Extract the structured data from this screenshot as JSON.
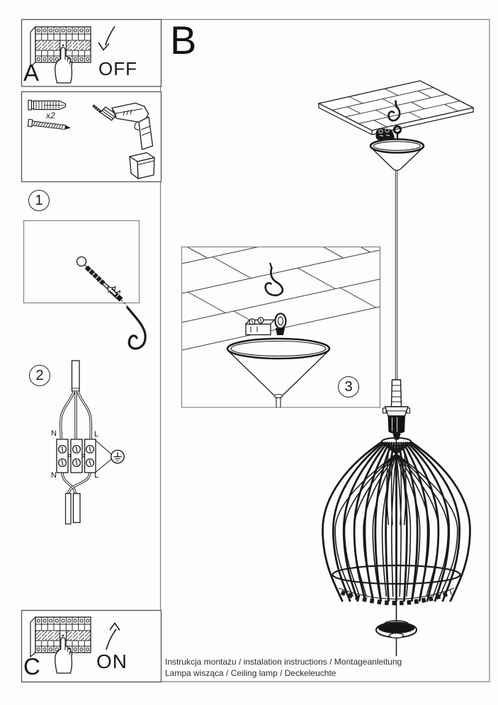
{
  "document": {
    "footer_line1": "Instrukcja montażu / instalation instructions / Montageanleitung",
    "footer_line2": "Lampa wisząca / Ceiling lamp / Deckeleuchte"
  },
  "sections": {
    "a": {
      "label": "A",
      "switch_state": "OFF"
    },
    "b": {
      "label": "B"
    },
    "c": {
      "label": "C",
      "switch_state": "ON"
    },
    "tools": {
      "anchor_count": "x2"
    },
    "step_1": {
      "number": "1"
    },
    "step_2": {
      "number": "2",
      "terminal_labels": {
        "n_top": "N",
        "l_top": "L",
        "n_bottom": "N",
        "l_bottom": "L"
      }
    },
    "step_3": {
      "number": "3"
    }
  },
  "illustrations": [
    "circuit-breaker-off",
    "wall-plug-and-screw",
    "cordless-drill",
    "ceiling-hole-hook-anchor",
    "wiring-terminal-block",
    "earth-symbol",
    "ceiling-hook-detail",
    "canopy-cone",
    "pendant-cord",
    "lamp-socket",
    "cage-lampshade",
    "finial",
    "circuit-breaker-on"
  ],
  "colors": {
    "ink": "#1a1a1a",
    "border_light": "#7d7d7d",
    "border_dark": "#555555",
    "background": "#ffffff"
  }
}
